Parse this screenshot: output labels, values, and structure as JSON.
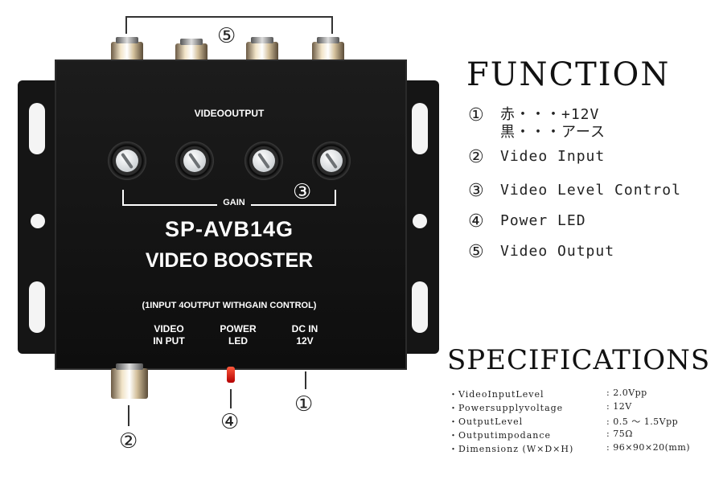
{
  "device": {
    "output_label": "VIDEOOUTPUT",
    "gain_label": "GAIN",
    "model": "SP-AVB14G",
    "product": "VIDEO BOOSTER",
    "subtitle": "(1INPUT 4OUTPUT WITHGAIN CONTROL)",
    "video_input_label_l1": "VIDEO",
    "video_input_label_l2": "IN PUT",
    "power_label_l1": "POWER",
    "power_label_l2": "LED",
    "dcin_label_l1": "DC IN",
    "dcin_label_l2": "12V",
    "callout_output": "⑤",
    "callout_gain": "③",
    "callout_input": "②",
    "callout_led": "④",
    "callout_dc": "①"
  },
  "function": {
    "heading": "FUNCTION",
    "items": [
      {
        "num": "①",
        "line1": "赤・・・+12V",
        "line2": "黒・・・アース"
      },
      {
        "num": "②",
        "line1": "Video Input"
      },
      {
        "num": "③",
        "line1": "Video Level Control"
      },
      {
        "num": "④",
        "line1": "Power LED"
      },
      {
        "num": "⑤",
        "line1": "Video Output"
      }
    ]
  },
  "specifications": {
    "heading": "SPECIFICATIONS",
    "rows": [
      {
        "key": "・VideoInputLevel",
        "value": ": 2.0Vpp"
      },
      {
        "key": "・Powersupplyvoltage",
        "value": ": 12V"
      },
      {
        "key": "・OutputLevel",
        "value": ": 0.5 〜 1.5Vpp"
      },
      {
        "key": "・Outputimpodance",
        "value": ": 75Ω"
      },
      {
        "key": "・Dimensionz (W×D×H)",
        "value": ": 96×90×20(mm)"
      }
    ]
  }
}
